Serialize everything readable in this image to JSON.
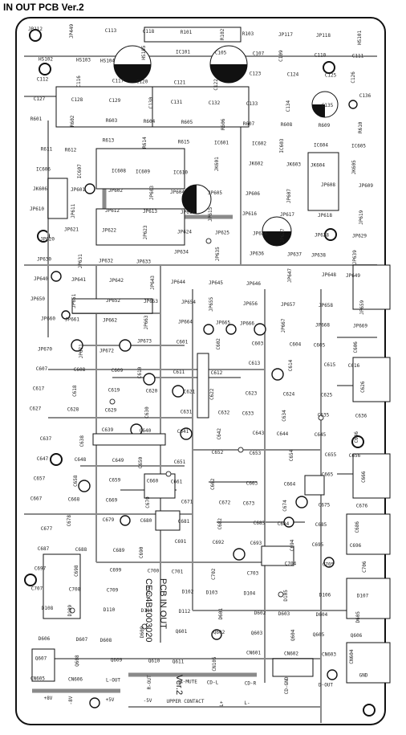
{
  "title": "IN OUT PCB Ver.2",
  "board": {
    "part_code": "CEC4B1003020",
    "text_main": "PCB IN OUT",
    "version": "Ver.2",
    "outline_color": "#111111",
    "trace_color": "#8a8a8a",
    "copper_color": "#9a9a9a"
  },
  "labels": [
    "JP112",
    "JP449",
    "C113",
    "C118",
    "R101",
    "R102",
    "R103",
    "JP117",
    "JP118",
    "HS101",
    "HS102",
    "HS103",
    "HS104",
    "HS105",
    "IC101",
    "C105",
    "C107",
    "C109",
    "C110",
    "C111",
    "C112",
    "C116",
    "C117",
    "C120",
    "C121",
    "C122",
    "C123",
    "C124",
    "C125",
    "C126",
    "C127",
    "C128",
    "C129",
    "C130",
    "C131",
    "C132",
    "C133",
    "C134",
    "C135",
    "C136",
    "R601",
    "R602",
    "R603",
    "R604",
    "R605",
    "R606",
    "R607",
    "R608",
    "R609",
    "R610",
    "R611",
    "R612",
    "R613",
    "R614",
    "R615",
    "IC601",
    "IC602",
    "IC603",
    "IC604",
    "IC605",
    "IC606",
    "IC607",
    "IC608",
    "IC609",
    "IC610",
    "JK601",
    "JK602",
    "JK603",
    "JK604",
    "JK605",
    "JK606",
    "JP601",
    "JP602",
    "JP603",
    "JP604",
    "JP605",
    "JP606",
    "JP607",
    "JP608",
    "JP609",
    "JP610",
    "JP611",
    "JP612",
    "JP613",
    "JP614",
    "JP615",
    "JP616",
    "JP617",
    "JP618",
    "JP619",
    "JP620",
    "JP621",
    "JP622",
    "JP623",
    "JP624",
    "JP625",
    "JP626",
    "JP627",
    "JP628",
    "JP629",
    "JP630",
    "JP631",
    "JP632",
    "JP633",
    "JP634",
    "JP635",
    "JP636",
    "JP637",
    "JP638",
    "JP639",
    "JP640",
    "JP641",
    "JP642",
    "JP643",
    "JP644",
    "JP645",
    "JP646",
    "JP647",
    "JP648",
    "JP649",
    "JP650",
    "JP651",
    "JP652",
    "JP653",
    "JP654",
    "JP655",
    "JP656",
    "JP657",
    "JP658",
    "JP659",
    "JP660",
    "JP661",
    "JP662",
    "JP663",
    "JP664",
    "JP665",
    "JP666",
    "JP667",
    "JP668",
    "JP669",
    "JP670",
    "JP671",
    "JP672",
    "JP673",
    "C601",
    "C602",
    "C603",
    "C604",
    "C605",
    "C606",
    "C607",
    "C608",
    "C609",
    "C610",
    "C611",
    "C612",
    "C613",
    "C614",
    "C615",
    "C616",
    "C617",
    "C618",
    "C619",
    "C620",
    "C621",
    "C622",
    "C623",
    "C624",
    "C625",
    "C626",
    "C627",
    "C628",
    "C629",
    "C630",
    "C631",
    "C632",
    "C633",
    "C634",
    "C635",
    "C636",
    "C637",
    "C638",
    "C639",
    "C640",
    "C641",
    "C642",
    "C643",
    "C644",
    "C645",
    "C646",
    "C647",
    "C648",
    "C649",
    "C650",
    "C651",
    "C652",
    "C653",
    "C654",
    "C655",
    "C656",
    "C657",
    "C658",
    "C659",
    "C660",
    "C661",
    "C662",
    "C663",
    "C664",
    "C665",
    "C666",
    "C667",
    "C668",
    "C669",
    "C670",
    "C671",
    "C672",
    "C673",
    "C674",
    "C675",
    "C676",
    "C677",
    "C678",
    "C679",
    "C680",
    "C681",
    "C682",
    "C683",
    "C684",
    "C685",
    "C686",
    "C687",
    "C688",
    "C689",
    "C690",
    "C691",
    "C692",
    "C693",
    "C694",
    "C695",
    "C696",
    "C697",
    "C698",
    "C699",
    "C700",
    "C701",
    "C702",
    "C703",
    "C704",
    "C705",
    "C706",
    "C707",
    "C708",
    "C709",
    "D101",
    "D102",
    "D103",
    "D104",
    "D105",
    "D106",
    "D107",
    "D108",
    "D109",
    "D110",
    "D111",
    "D112",
    "D601",
    "D602",
    "D603",
    "D604",
    "D605",
    "D606",
    "D607",
    "D608",
    "D609",
    "Q601",
    "Q602",
    "Q603",
    "Q604",
    "Q605",
    "Q606",
    "Q607",
    "Q608",
    "Q609",
    "Q610",
    "Q611",
    "CN105",
    "CN601",
    "CN602",
    "CN603",
    "CN604",
    "CN605",
    "CN606",
    "L-OUT",
    "R-OUT",
    "A-MUTE",
    "CD-L",
    "CD-R",
    "CD-GND",
    "D-OUT",
    "GND",
    "+8V",
    "-8V",
    "+5V",
    "-5V",
    "UPPER CONTACT",
    "L+",
    "L-"
  ]
}
